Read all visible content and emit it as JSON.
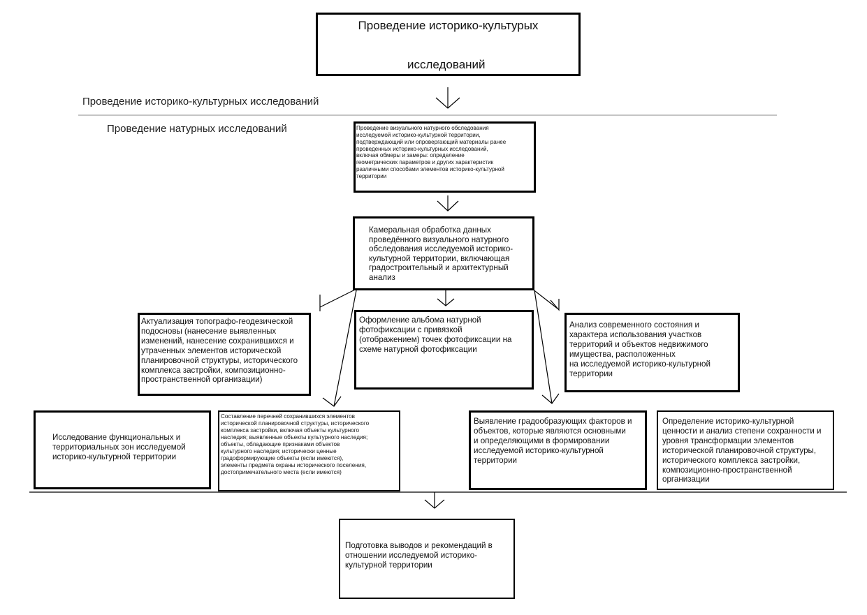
{
  "title_box": {
    "line1": "Проведение историко-культурых",
    "line2": "исследований"
  },
  "labels": {
    "stage1": "Проведение историко-культурных исследований",
    "stage2": "Проведение натурных исследований"
  },
  "boxes": {
    "visual_survey": "Проведение визуального натурного обследования\nисследуемой историко-культурной территории,\nподтверждающий или опровергающий материалы ранее\nпроведенных историко-культурных исследований,\nвключая обмеры и замеры: определение\nгеометрических параметров и других характеристик\nразличными способами элементов историко-культурной\nтерритории",
    "desk_processing": "Камеральная обработка данных\nпроведённого визуального натурного\nобследования исследуемой историко-\nкультурной территории, включающая\nградостроительный и архитектурный\nанализ",
    "topo_update": "Актуализация топографо-геодезической\nподосновы (нанесение выявленных\nизменений, нанесение сохранившихся и\nутраченных элементов исторической\nпланировочной структуры, исторического\nкомплекса застройки, композиционно-\nпространственной организации)",
    "photo_album": "Оформление альбома натурной\nфотофиксации с привязкой\n(отображением) точек фотофиксации на\nсхеме натурной фотофиксации",
    "current_state": "Анализ современного состояния и\nхарактера использования участков\nтерриторий и объектов недвижимого\nимущества, расположенных\nна исследуемой историко-культурной\nтерритории",
    "functional_zones": "Исследование функциональных и\nтерриториальных зон исследуемой\nисторико-культурной территории",
    "preserved_list": "Составление перечней сохранившихся элементов\nисторической планировочной структуры, исторического\nкомплекса застройки, включая объекты культурного\nнаследия; выявленные объекты культурного наследия;\nобъекты, обладающие признаками объектов\nкультурного наследия; исторически ценные\nградоформирующие объекты (если имеются),\nэлементы предмета охраны исторического поселения,\nдостопримечательного места (если имеются)",
    "city_factors": "Выявление градообразующих факторов и\nобъектов, которые являются основными\nи определяющими в формировании\nисследуемой историко-культурной\nтерритории",
    "value_assessment": "Определение историко-культурной\nценности и анализ степени сохранности и\nуровня трансформации элементов\nисторической планировочной структуры,\nисторического комплекса застройки,\nкомпозиционно-пространственной\nорганизации",
    "conclusions": "Подготовка выводов и рекомендаций в\nотношении исследуемой историко-\nкультурной территории"
  }
}
